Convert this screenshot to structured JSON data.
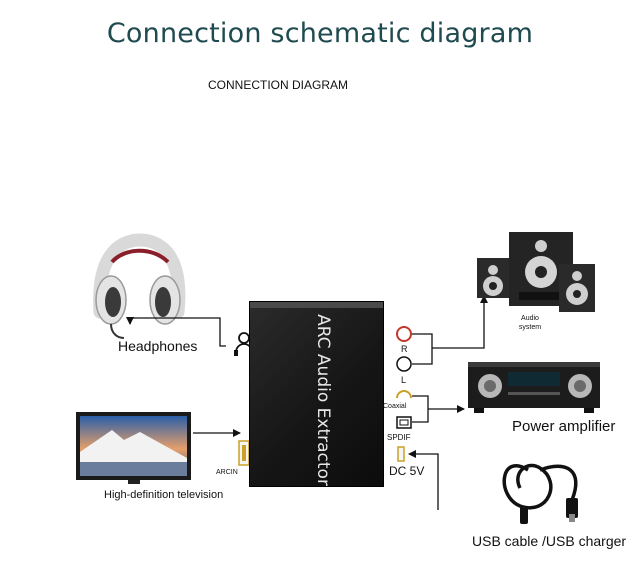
{
  "title": "Connection schematic diagram",
  "subtitle": "CONNECTION DIAGRAM",
  "device": {
    "name": "ARC Audio Extractor"
  },
  "nodes": {
    "headphones": "Headphones",
    "hdtv": "High-definition television",
    "audio_system": "Audio\nsystem",
    "power_amplifier": "Power amplifier",
    "usb": "USB cable /USB charger"
  },
  "ports": {
    "right": "R",
    "left": "L",
    "coaxial": "Coaxial",
    "spdif": "SPDIF",
    "dc": "DC 5V",
    "arc_in": "ARCIN"
  },
  "colors": {
    "title": "#1f4a4f",
    "port_red": "#c0392b",
    "port_gold": "#c9a227"
  }
}
